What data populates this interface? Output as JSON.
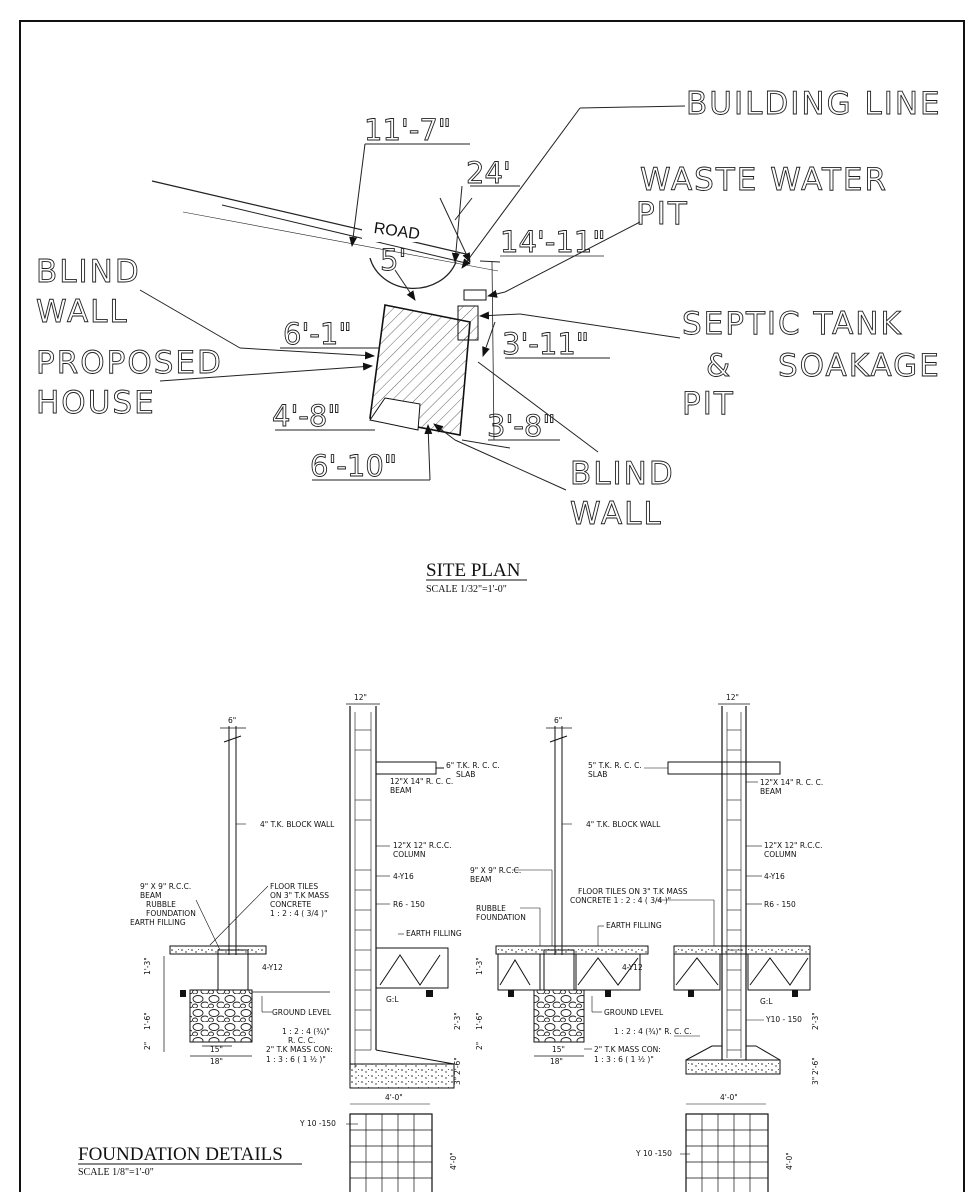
{
  "site_plan": {
    "labels": {
      "building_line": "BUILDING LINE",
      "waste_water_l1": "WASTE WATER",
      "waste_water_l2": "PIT",
      "blind_wall_left_l1": "BLIND",
      "blind_wall_left_l2": "WALL",
      "proposed_l1": "PROPOSED",
      "proposed_l2": "HOUSE",
      "septic_l1": "SEPTIC TANK",
      "septic_l2": "&",
      "septic_l3": "SOAKAGE",
      "septic_l4": "PIT",
      "blind_wall_bottom_l1": "BLIND",
      "blind_wall_bottom_l2": "WALL",
      "road": "ROAD"
    },
    "dimensions": {
      "d1": "11'-7\"",
      "d2": "24'",
      "d3": "14'-11\"",
      "d4": "5'",
      "d5": "6'-1\"",
      "d6": "3'-11\"",
      "d7": "4'-8\"",
      "d8": "3'-8\"",
      "d9": "6'-10\""
    },
    "title": "SITE PLAN",
    "scale": "SCALE 1/32\"=1'-0\""
  },
  "foundation": {
    "title": "FOUNDATION DETAILS",
    "scale": "SCALE 1/8\"=1'-0\"",
    "labels": {
      "w6a": "6\"",
      "w12a": "12\"",
      "w6b": "6\"",
      "w12b": "12\"",
      "slab6_l1": "6\" T.K. R. C. C.",
      "slab6_l2": "SLAB",
      "beam1214a_l1": "12\"X 14\" R. C. C.",
      "beam1214a_l2": "BEAM",
      "block_wall_a": "4\" T.K. BLOCK WALL",
      "col1212a_l1": "12\"X 12\" R.C.C.",
      "col1212a_l2": "COLUMN",
      "y16a": "4-Y16",
      "r6a": "R6 - 150",
      "beam99a_l1": "9\" X 9\" R.C.C.",
      "beam99a_l2": "BEAM",
      "rubble_a_l1": "RUBBLE",
      "rubble_a_l2": "FOUNDATION",
      "earth_a": "EARTH FILLING",
      "floor_a_l1": "FLOOR TILES",
      "floor_a_l2": "ON 3\" T.K MASS",
      "floor_a_l3": "CONCRETE",
      "floor_a_l4": "1 : 2 : 4 ( 3/4 )\"",
      "earth_fill_a": "EARTH FILLING",
      "y12a": "4-Y12",
      "ground_a": "GROUND LEVEL",
      "gl_a": "G:L",
      "rcc_a_l1": "1 : 2 : 4 (¾)\"",
      "rcc_a_l2": "R. C. C.",
      "mass_a_l1": "2\" T.K MASS CON:",
      "mass_a_l2": "1 : 3 : 6 ( 1 ½ )\"",
      "dim_1_3a": "1'-3\"",
      "dim_1_6a": "1'-6\"",
      "dim_2a": "2\"",
      "dim_15a": "15\"",
      "dim_18a": "18\"",
      "dim_2_3a": "2'-3\"",
      "dim_2_6a": "2'-6\"",
      "dim_3a": "3\"",
      "dim_4_0a": "4'-0\"",
      "dim_4_0a_v": "4'-0\"",
      "y10a": "Y 10 -150",
      "block_wall_b": "4\" T.K. BLOCK WALL",
      "slab5_l1": "5\" T.K. R. C. C.",
      "slab5_l2": "SLAB",
      "beam1214b_l1": "12\"X 14\" R. C. C.",
      "beam1214b_l2": "BEAM",
      "col1212b_l1": "12\"X 12\" R.C.C.",
      "col1212b_l2": "COLUMN",
      "y16b": "4-Y16",
      "r6b": "R6 - 150",
      "beam99b_l1": "9\" X 9\" R.C.C.",
      "beam99b_l2": "BEAM",
      "rubble_b_l1": "RUBBLE",
      "rubble_b_l2": "FOUNDATION",
      "floor_b_l1": "FLOOR TILES ON 3\" T.K MASS",
      "floor_b_l2": "CONCRETE 1 : 2 : 4 ( 3/4 )\"",
      "earth_fill_b": "EARTH FILLING",
      "y12b": "4-Y12",
      "ground_b": "GROUND LEVEL",
      "gl_b": "G:L",
      "y10b": "Y10 - 150",
      "rcc_b": "1 : 2 : 4 (¾)\" R. C. C.",
      "mass_b_l1": "2\" T.K MASS CON:",
      "mass_b_l2": "1 : 3 : 6 ( 1 ½ )\"",
      "dim_1_3b": "1'-3\"",
      "dim_1_6b": "1'-6\"",
      "dim_2b": "2\"",
      "dim_15b": "15\"",
      "dim_18b": "18\"",
      "dim_2_3b": "2'-3\"",
      "dim_2_6b": "2'-6\"",
      "dim_3b": "3\"",
      "dim_4_0b": "4'-0\"",
      "dim_4_0b_v": "4'-0\"",
      "y10c": "Y 10 -150"
    }
  }
}
